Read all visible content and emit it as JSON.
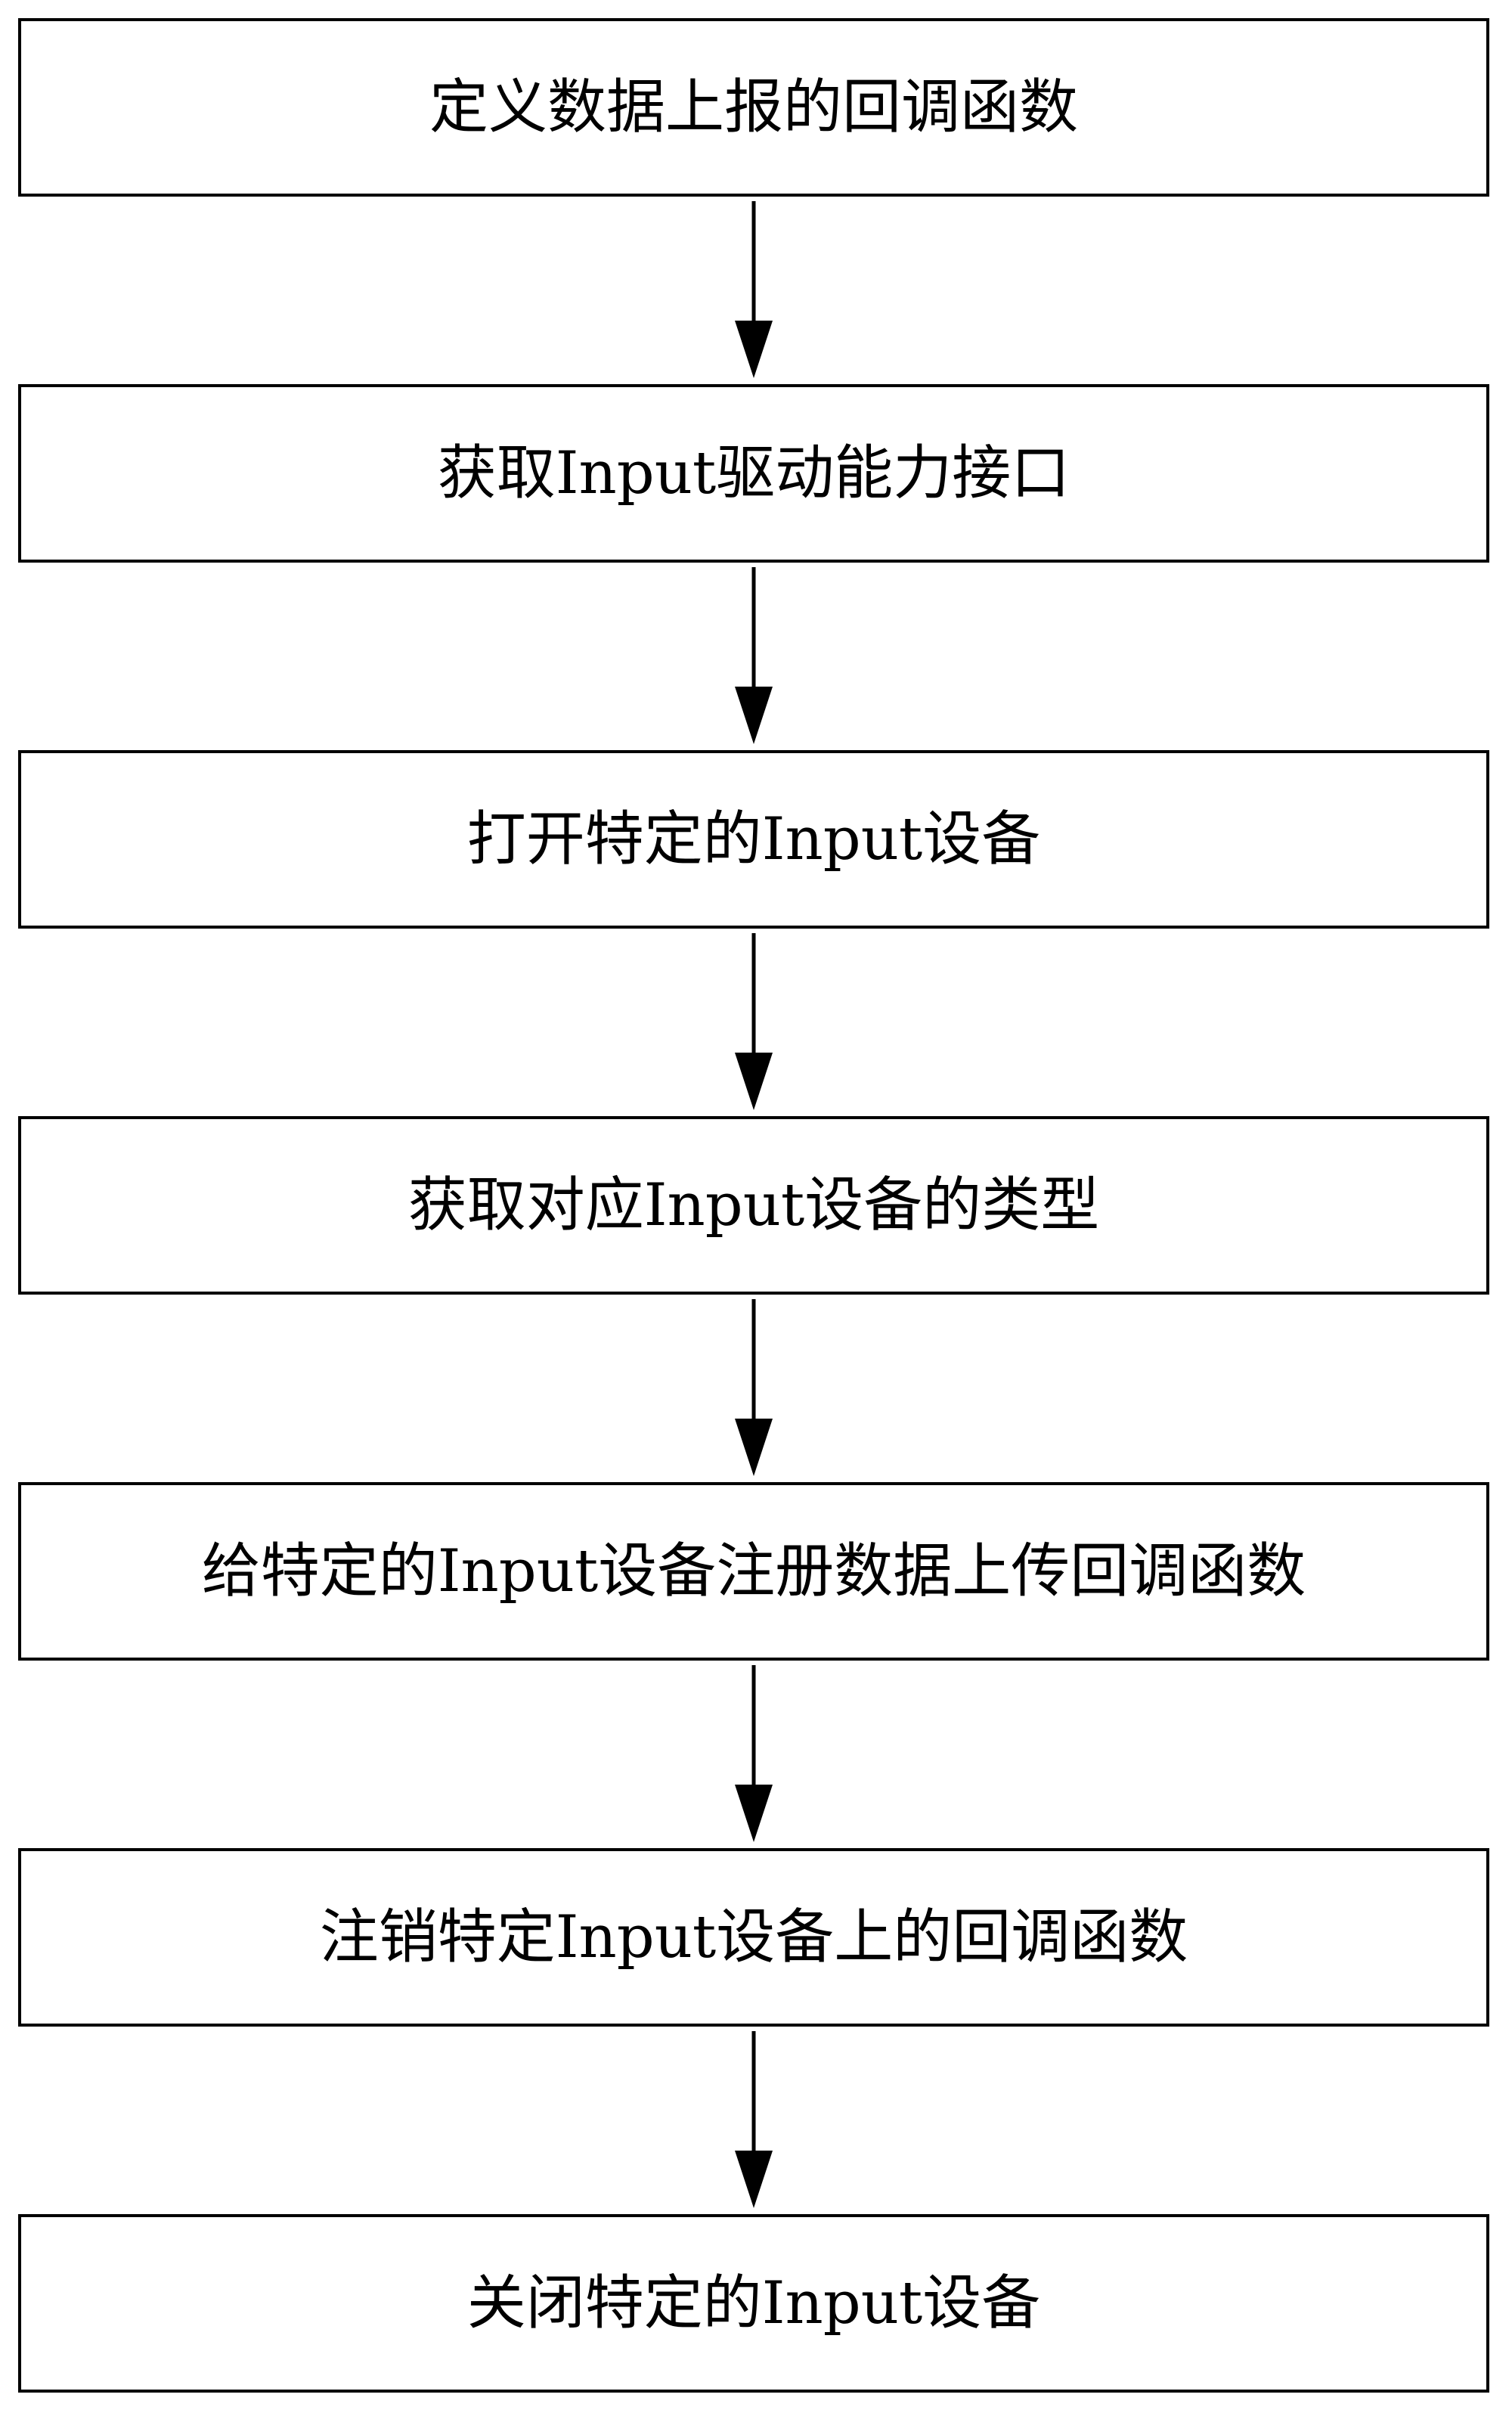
{
  "steps": [
    "定义数据上报的回调函数",
    "获取Input驱动能力接口",
    "打开特定的Input设备",
    "获取对应Input设备的类型",
    "给特定的Input设备注册数据上传回调函数",
    "注销特定Input设备上的回调函数",
    "关闭特定的Input设备"
  ]
}
